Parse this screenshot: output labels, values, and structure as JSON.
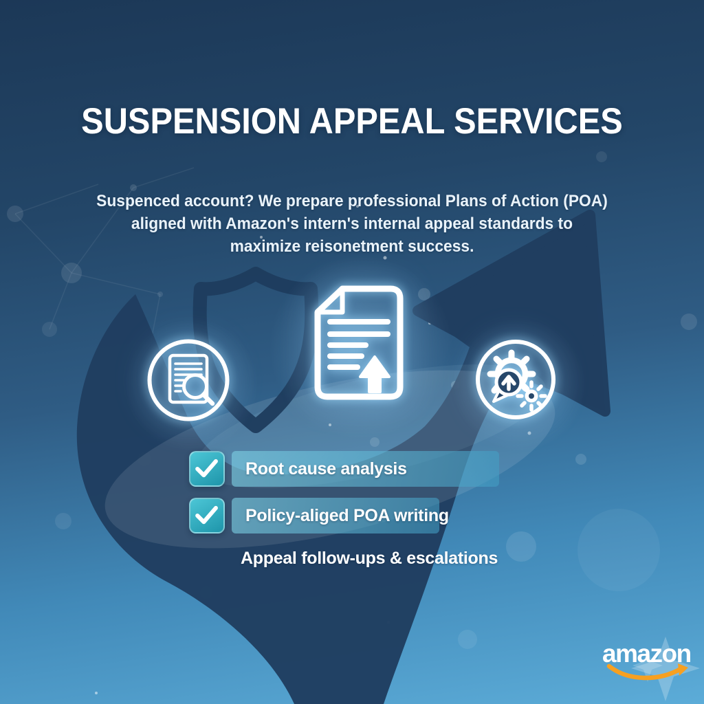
{
  "poster": {
    "title": "SUSPENSION APPEAL SERVICES",
    "intro_lines": [
      "Suspenced account? We prepare professional Plans of Action (POA)",
      "aligned with Amazon's intern's internal appeal standards to",
      "maximize reisonetment success."
    ],
    "checklist": [
      {
        "label": "Root cause analysis",
        "checked": true
      },
      {
        "label": "Policy-aliged POA writing",
        "checked": true
      },
      {
        "label": "Appeal follow-ups & escalations",
        "checked": false
      }
    ],
    "icons": [
      {
        "name": "document-search"
      },
      {
        "name": "document-upload"
      },
      {
        "name": "gears-communication"
      }
    ],
    "brand": {
      "logo_text": "amazon"
    },
    "colors": {
      "background_top": "#1c3857",
      "background_bottom": "#5cacd8",
      "arrow_navy": "#203e60",
      "checkbox_teal": "#2fb0c2",
      "bar_teal": "#58b5d2",
      "amazon_orange": "#f7a021",
      "text": "#ffffff"
    }
  }
}
